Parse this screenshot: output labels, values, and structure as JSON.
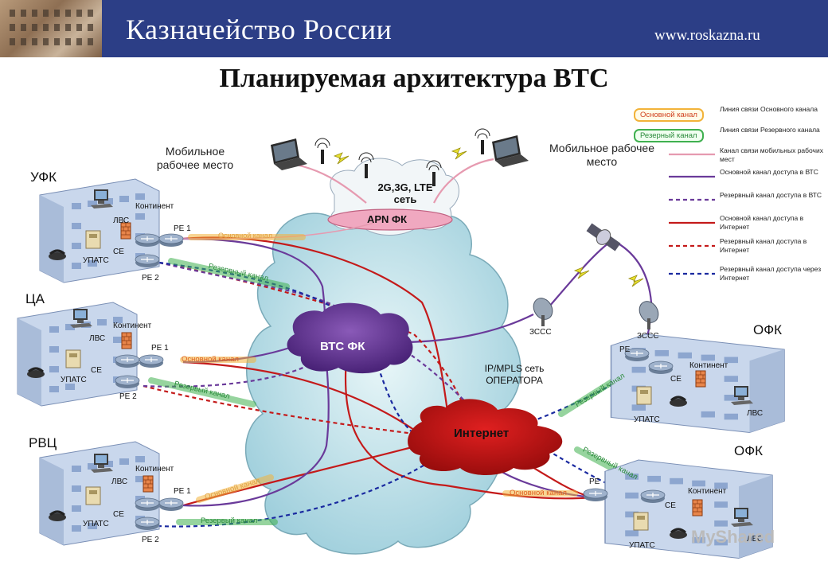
{
  "header": {
    "title": "Казначейство России",
    "url": "www.roskazna.ru"
  },
  "slide_title": "Планируемая архитектура ВТС",
  "sites": {
    "ufk": "УФК",
    "ca": "ЦА",
    "rvc": "РВЦ",
    "ofk1": "ОФК",
    "ofk2": "ОФК"
  },
  "mobile": {
    "left": "Мобильное рабочее место",
    "right": "Мобильное рабочее место"
  },
  "clouds": {
    "lte": "2G,3G, LTE сеть",
    "apn": "APN ФК",
    "vts": "ВТС ФК",
    "mpls": "IP/MPLS сеть ОПЕРАТОРА",
    "internet": "Интернет"
  },
  "labels": {
    "kontinent": "Континент",
    "lvs": "ЛВС",
    "upats": "УПАТС",
    "ce": "CE",
    "pe": "PE",
    "pe1": "PE 1",
    "pe2": "PE 2",
    "zsss": "ЗССС"
  },
  "channels": {
    "main": "Основной канал",
    "res": "Резервный канал",
    "res_alt": "Резервый канал"
  },
  "legend": {
    "pill_main": "Основной канал",
    "pill_res": "Резерный канал",
    "items": [
      "Линия связи Основного канала",
      "Линия связи Резервного канала",
      "Канал связи мобильных рабочих мест",
      "Основной канал доступа в ВТС",
      "Резервный канал доступа в ВТС",
      "Основной канал доступа в Интернет",
      "Резервный канал доступа в Интернет",
      "Резервный канал доступа через Интернет"
    ]
  },
  "colors": {
    "header": "#2c3e86",
    "vts_purple": "#6a3a9a",
    "internet_red": "#c41a1a",
    "cloud": "#bfe0e8",
    "mobile_pink": "#e69ab0",
    "internet_blue": "#1a2aa0"
  },
  "watermark": "MyShared"
}
